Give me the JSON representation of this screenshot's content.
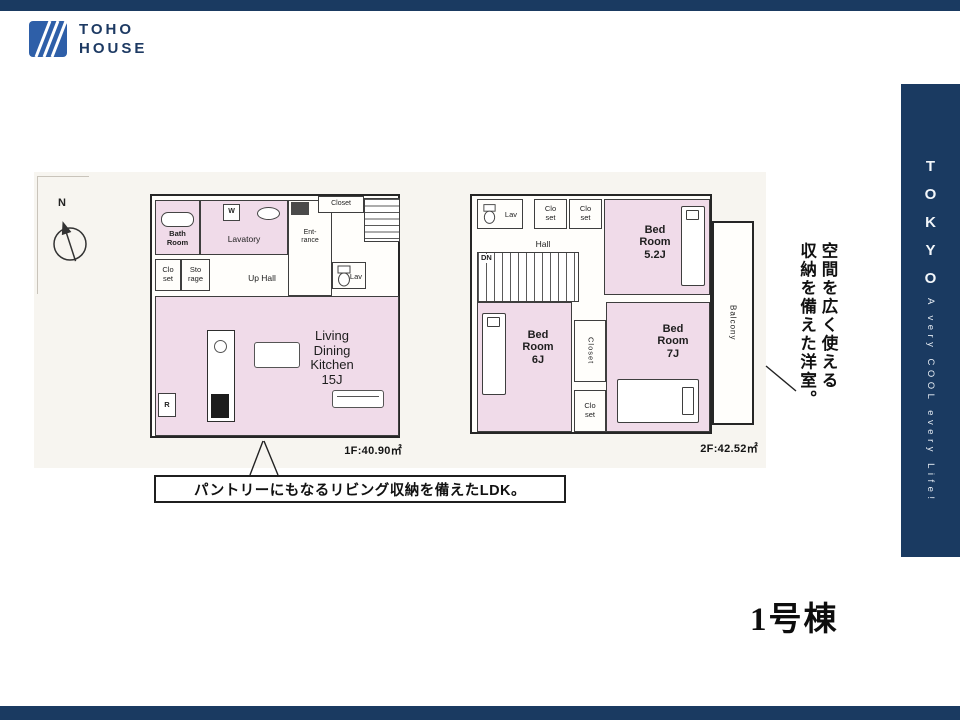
{
  "colors": {
    "navy": "#1a3a61",
    "room_pink": "#f0dbe9",
    "logo_blue": "#2e5fa8"
  },
  "brand": {
    "line1": "TOHO",
    "line2": "HOUSE"
  },
  "side_strip": {
    "word": "TOKYO",
    "tagline": "A very COOL every Life!"
  },
  "compass": {
    "north": "N"
  },
  "floor1": {
    "area": "1F:40.90㎡",
    "rooms": {
      "bath": "Bath\nRoom",
      "lavatory": "Lavatory",
      "washer": "W",
      "entrance": "Ent-\nrance",
      "closet_top": "Closet",
      "closet": "Clo\nset",
      "storage": "Sto\nrage",
      "up_hall": "Up Hall",
      "lav": "Lav",
      "ldk": "Living\nDining\nKitchen\n15J",
      "fridge": "R"
    }
  },
  "floor2": {
    "area": "2F:42.52㎡",
    "rooms": {
      "lav": "Lav",
      "closet_a": "Clo\nset",
      "closet_b": "Clo\nset",
      "hall": "Hall",
      "stairs_dn": "DN",
      "bedroom_1": "Bed\nRoom\n5.2J",
      "closet_mid": "Closet",
      "bedroom_2": "Bed\nRoom\n6J",
      "closet_bottom": "Clo\nset",
      "bedroom_3": "Bed\nRoom\n7J",
      "balcony": "Balcony"
    }
  },
  "callouts": {
    "right_vertical": "空間を広く使える\n収納を備えた洋室。",
    "bottom": "パントリーにもなるリビング収納を備えたLDK。"
  },
  "building_label": "1号棟"
}
